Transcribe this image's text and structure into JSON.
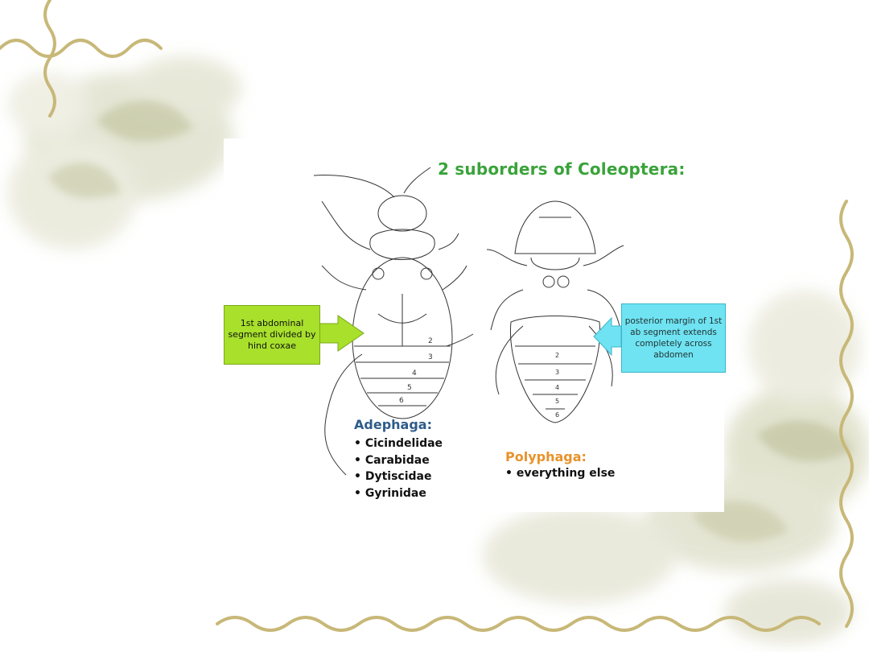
{
  "slide": {
    "title": "2 suborders of Coleoptera:",
    "callout_left": "1st abdominal segment divided by hind coxae",
    "callout_right": "posterior margin of 1st ab segment extends completely across abdomen",
    "groups": [
      {
        "name": "Adephaga:",
        "items": [
          "Cicindelidae",
          "Carabidae",
          "Dytiscidae",
          "Gyrinidae"
        ]
      },
      {
        "name": "Polyphaga:",
        "items": [
          "everything else"
        ]
      }
    ],
    "left_beetle_segment_labels": [
      "2",
      "3",
      "4",
      "5",
      "6"
    ],
    "right_beetle_segment_labels": [
      "2",
      "3",
      "4",
      "5",
      "6"
    ],
    "colors": {
      "title": "#3aa33a",
      "adephaga": "#2e5c8a",
      "polyphaga": "#e8922a",
      "callout_left_fill": "#a8e02c",
      "callout_right_fill": "#6fe3f2",
      "vine": "#c8b878"
    },
    "decoration": {
      "background": "pale floral watercolor",
      "frame": "curly vine border"
    }
  }
}
